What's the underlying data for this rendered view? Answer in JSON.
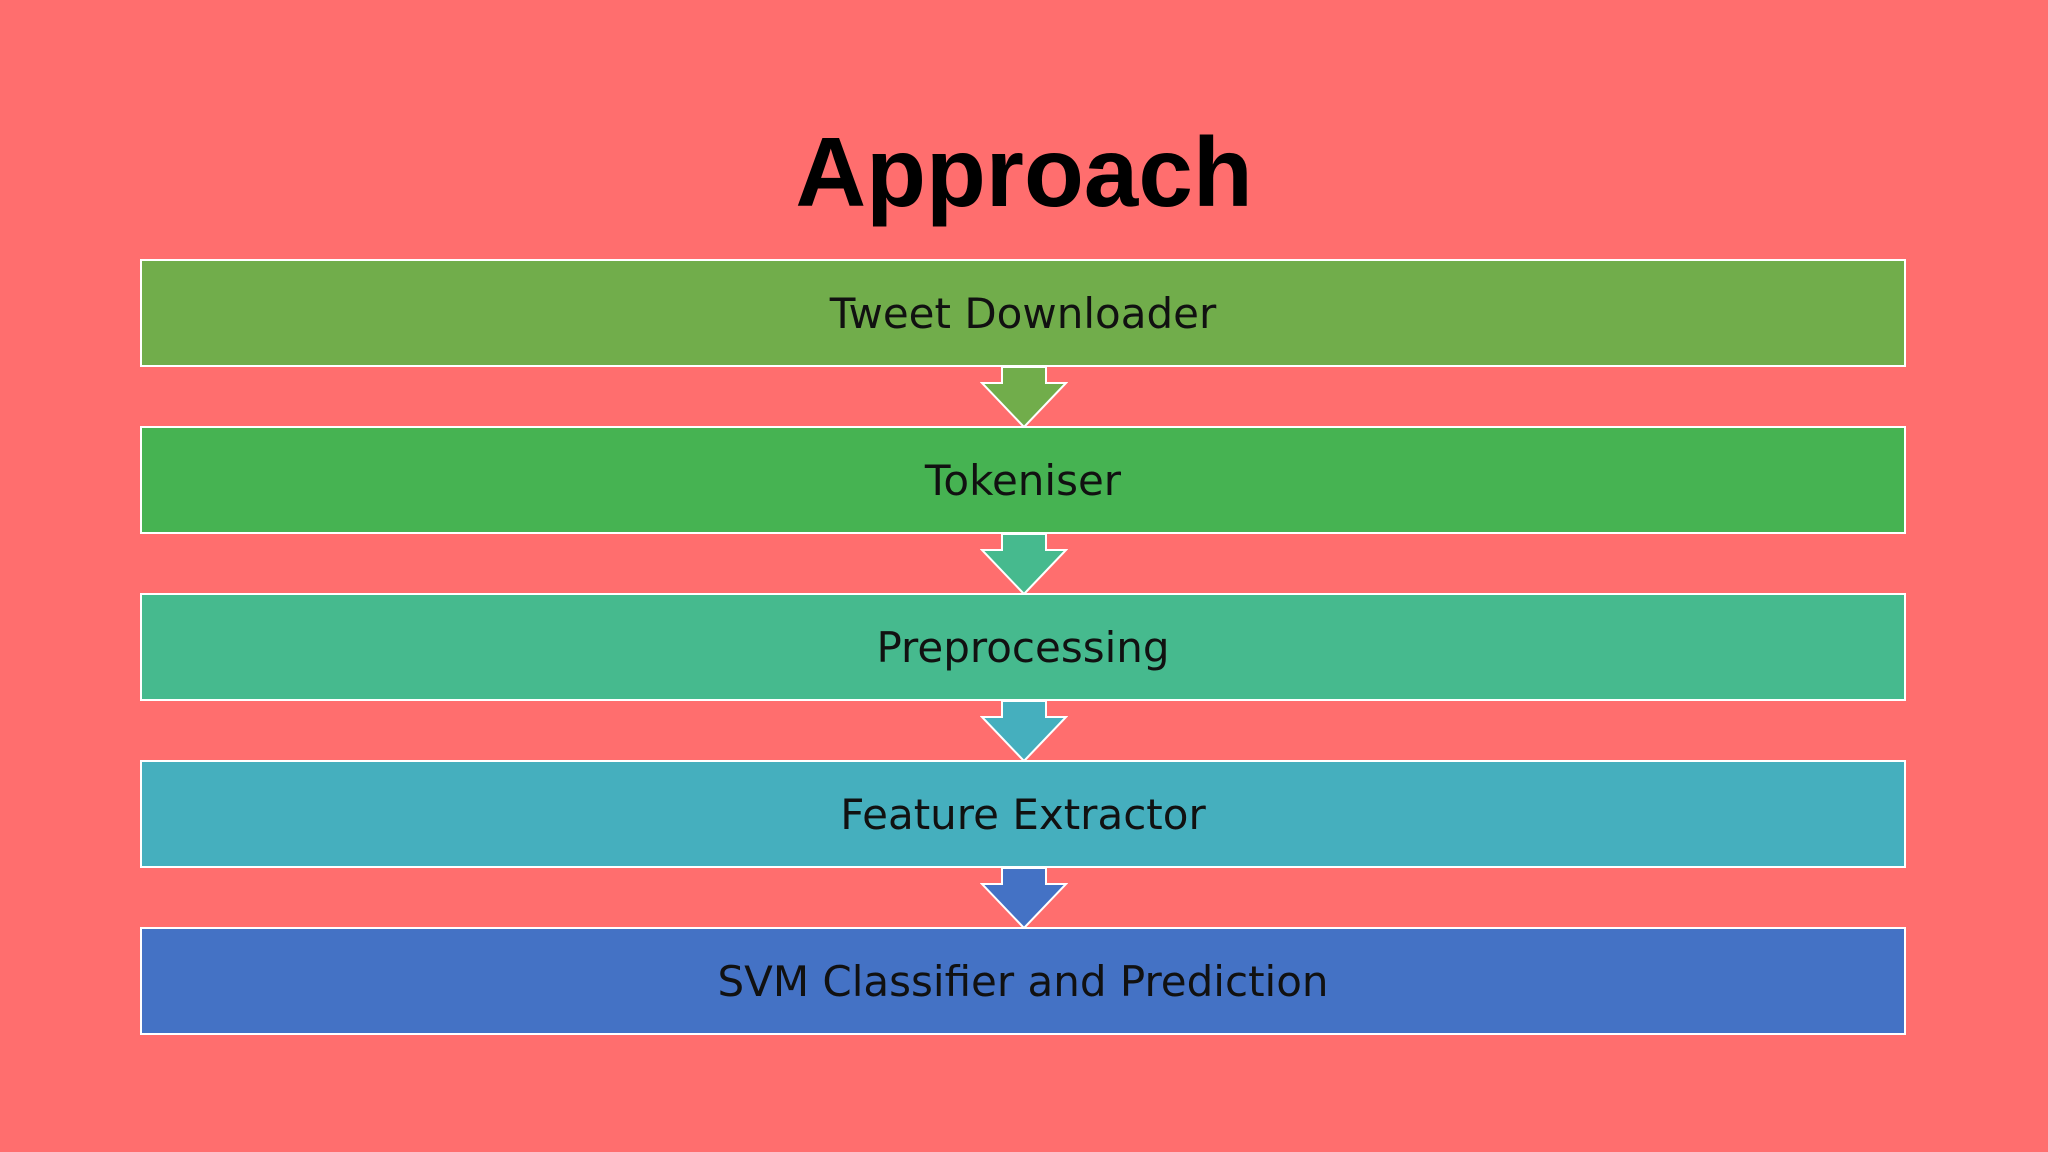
{
  "slide": {
    "title": "Approach"
  },
  "steps": [
    {
      "label": "Tweet Downloader",
      "color": "#71AD4B"
    },
    {
      "label": "Tokeniser",
      "color": "#46B352"
    },
    {
      "label": "Preprocessing",
      "color": "#46BA8E"
    },
    {
      "label": "Feature Extractor",
      "color": "#45AFBE"
    },
    {
      "label": "SVM Classifier and Prediction",
      "color": "#4472C5"
    }
  ],
  "background_color": "#FF6E6E",
  "border_color": "#FFFFFF"
}
